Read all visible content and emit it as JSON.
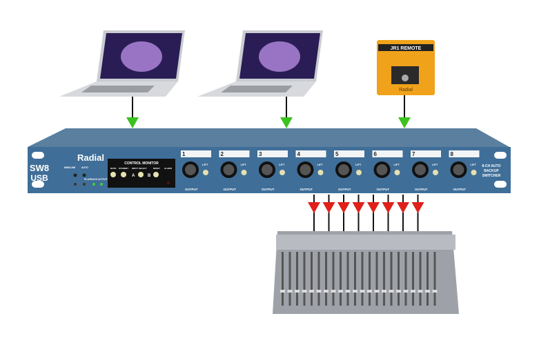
{
  "device": {
    "model": "SW8",
    "sub": "USB",
    "brand": "Radial",
    "description": [
      "8-CH AUTO",
      "BACKUP",
      "SWITCHER"
    ],
    "left_labels": [
      "MIDI/LINE",
      "AUTO",
      "PLAYBACK ACTIVITY"
    ],
    "control_monitor": {
      "title": "CONTROL MONITOR",
      "labels": [
        "MUTE",
        "STANDBY",
        "INPUT SELECT",
        "RESET",
        "ALARM"
      ],
      "a": "A",
      "b": "B"
    },
    "channels": [
      "1",
      "2",
      "3",
      "4",
      "5",
      "6",
      "7",
      "8"
    ],
    "lift_label": "LIFT",
    "output_label": "OUTPUT"
  },
  "remote": {
    "name": "JR1 REMOTE",
    "brand": "Radial"
  },
  "colors": {
    "rack": "#3f6e98",
    "input_arrow": "#3cc21e",
    "output_arrow": "#e0201a",
    "remote": "#f0a21a"
  }
}
